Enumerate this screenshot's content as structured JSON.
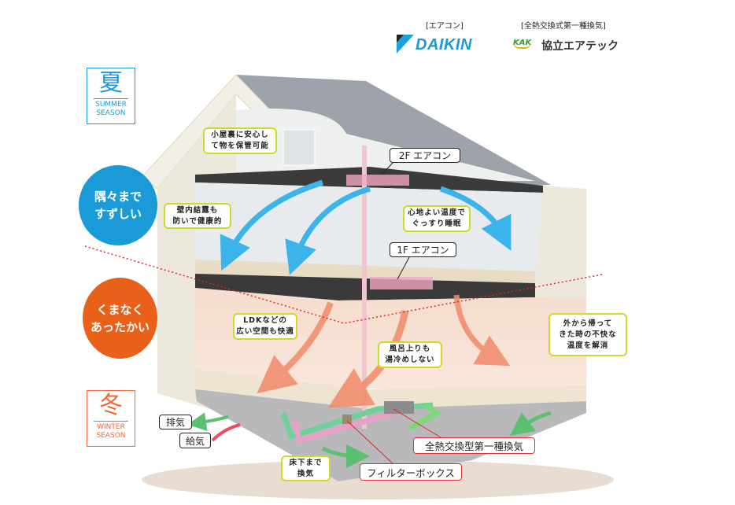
{
  "header": {
    "aircon_caption": "[エアコン]",
    "ventilation_caption": "[全熱交換式第一種換気]",
    "daikin_logo": "DAIKIN",
    "kak_logo_mark": "KAK",
    "kak_logo_name": "協立エアテック"
  },
  "summer": {
    "kanji": "夏",
    "en_line1": "SUMMER",
    "en_line2": "SEASON",
    "bubble": "隅々まで\nすずしい",
    "color": "#1a9ad6"
  },
  "winter": {
    "kanji": "冬",
    "en_line1": "WINTER",
    "en_line2": "SEASON",
    "bubble": "くまなく\nあったかい",
    "color": "#e8601a"
  },
  "callouts": {
    "attic": "小屋裏に安心し\nて物を保管可能",
    "wall": "壁内結露も\n防いで健康的",
    "sleep": "心地よい温度で\nぐっすり睡眠",
    "ldk": "LDKなどの\n広い空間も快適",
    "bath": "風呂上りも\n湯冷めしない",
    "return": "外から帰って\nきた時の不快な\n温度を解消",
    "underfloor": "床下まで\n換気"
  },
  "labels": {
    "ac_2f": "2F エアコン",
    "ac_1f": "1F エアコン",
    "exhaust": "排気",
    "supply": "給気",
    "erv": "全熱交換型第一種換気",
    "filter_box": "フィルターボックス"
  }
}
